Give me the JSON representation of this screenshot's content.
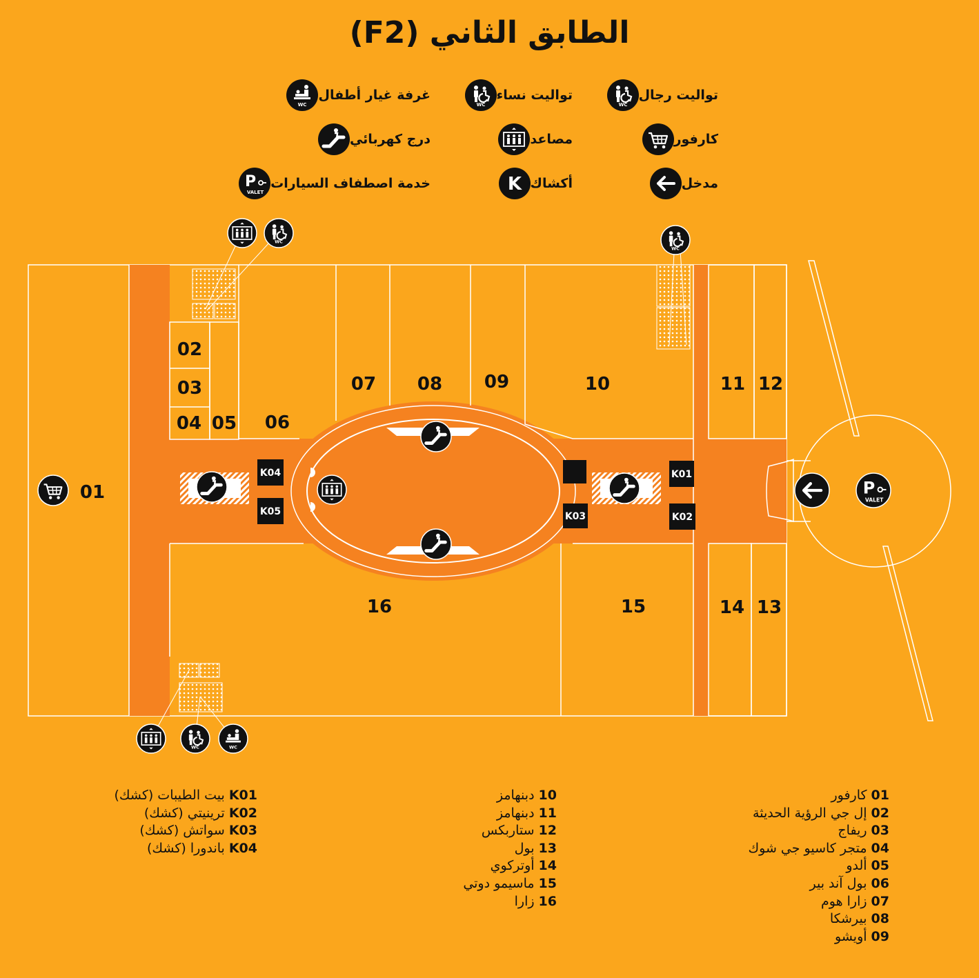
{
  "title": "الطابق الثاني (F2)",
  "colors": {
    "background": "#FBA61C",
    "corridor": "#F58220",
    "dark": "#111111",
    "line": "#FFFFFF"
  },
  "legend": [
    {
      "icon": "wc-men-icon",
      "label": "تواليت رجال"
    },
    {
      "icon": "wc-women-icon",
      "label": "تواليت نساء"
    },
    {
      "icon": "baby-change-icon",
      "label": "غرفة غيار أطفال"
    },
    {
      "icon": "cart-icon",
      "label": "كارفور"
    },
    {
      "icon": "elevator-icon",
      "label": "مصاعد"
    },
    {
      "icon": "escalator-icon",
      "label": "درج كهربائي"
    },
    {
      "icon": "entrance-arrow-icon",
      "label": "مدخل"
    },
    {
      "icon": "kiosk-k-icon",
      "label": "أكشاك"
    },
    {
      "icon": "valet-parking-icon",
      "label": "خدمة اصطفاف السيارات"
    }
  ],
  "map": {
    "units": [
      "01",
      "02",
      "03",
      "04",
      "05",
      "06",
      "07",
      "08",
      "09",
      "10",
      "11",
      "12",
      "13",
      "14",
      "15",
      "16"
    ],
    "kiosks": [
      "K01",
      "K02",
      "K03",
      "K04",
      "K05"
    ],
    "wc_text": "WC",
    "valet_text": "VALET",
    "valet_letter": "P",
    "kiosk_letter": "K"
  },
  "directory": {
    "col1": [
      {
        "code": "01",
        "name": "كارفور"
      },
      {
        "code": "02",
        "name": "إل جي الرؤية الحديثة"
      },
      {
        "code": "03",
        "name": "ريفاج"
      },
      {
        "code": "04",
        "name": "متجر كاسيو جي شوك"
      },
      {
        "code": "05",
        "name": "ألدو"
      },
      {
        "code": "06",
        "name": "بول آند بير"
      },
      {
        "code": "07",
        "name": "زارا هوم"
      },
      {
        "code": "08",
        "name": "بيرشكا"
      },
      {
        "code": "09",
        "name": "أويشو"
      }
    ],
    "col2": [
      {
        "code": "10",
        "name": "دبنهامز"
      },
      {
        "code": "11",
        "name": "دبنهامز"
      },
      {
        "code": "12",
        "name": "ستاربكس"
      },
      {
        "code": "13",
        "name": "بول"
      },
      {
        "code": "14",
        "name": "أوتركوي"
      },
      {
        "code": "15",
        "name": "ماسيمو دوتي"
      },
      {
        "code": "16",
        "name": "زارا"
      }
    ],
    "col3": [
      {
        "code": "K01",
        "name": "بيت الطيبات (كشك)"
      },
      {
        "code": "K02",
        "name": "ترينيتي (كشك)"
      },
      {
        "code": "K03",
        "name": "سواتش (كشك)"
      },
      {
        "code": "K04",
        "name": "باندورا (كشك)"
      }
    ]
  }
}
